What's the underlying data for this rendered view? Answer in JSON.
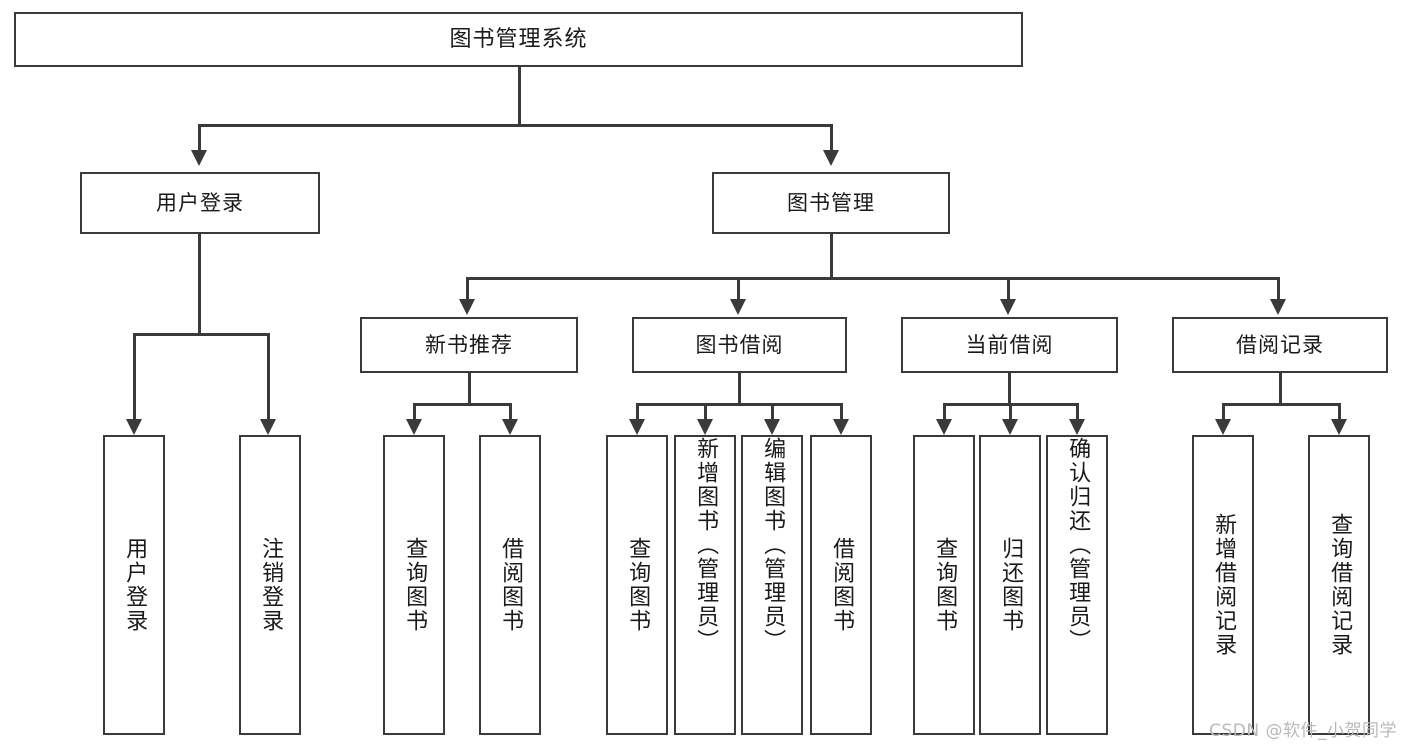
{
  "diagram": {
    "title": "图书管理系统",
    "type": "function-structure-tree",
    "root": {
      "label": "图书管理系统"
    },
    "level2": [
      {
        "label": "用户登录"
      },
      {
        "label": "图书管理"
      }
    ],
    "level3": [
      {
        "label": "新书推荐"
      },
      {
        "label": "图书借阅"
      },
      {
        "label": "当前借阅"
      },
      {
        "label": "借阅记录"
      }
    ],
    "leaves": {
      "user_login": [
        {
          "label": "用户登录"
        },
        {
          "label": "注销登录"
        }
      ],
      "new_book_recommend": [
        {
          "label": "查询图书"
        },
        {
          "label": "借阅图书"
        }
      ],
      "book_borrow": [
        {
          "label": "查询图书"
        },
        {
          "label": "新增图书（管理员）"
        },
        {
          "label": "编辑图书（管理员）"
        },
        {
          "label": "借阅图书"
        }
      ],
      "current_borrow": [
        {
          "label": "查询图书"
        },
        {
          "label": "归还图书"
        },
        {
          "label": "确认归还（管理员）"
        }
      ],
      "borrow_record": [
        {
          "label": "新增借阅记录"
        },
        {
          "label": "查询借阅记录"
        }
      ]
    }
  },
  "watermark": {
    "text": "CSDN @软件_小贺同学"
  },
  "colors": {
    "stroke": "#3a3a3a",
    "text": "#1a1a1a",
    "background": "#ffffff",
    "watermark": "#b9b9b9"
  }
}
